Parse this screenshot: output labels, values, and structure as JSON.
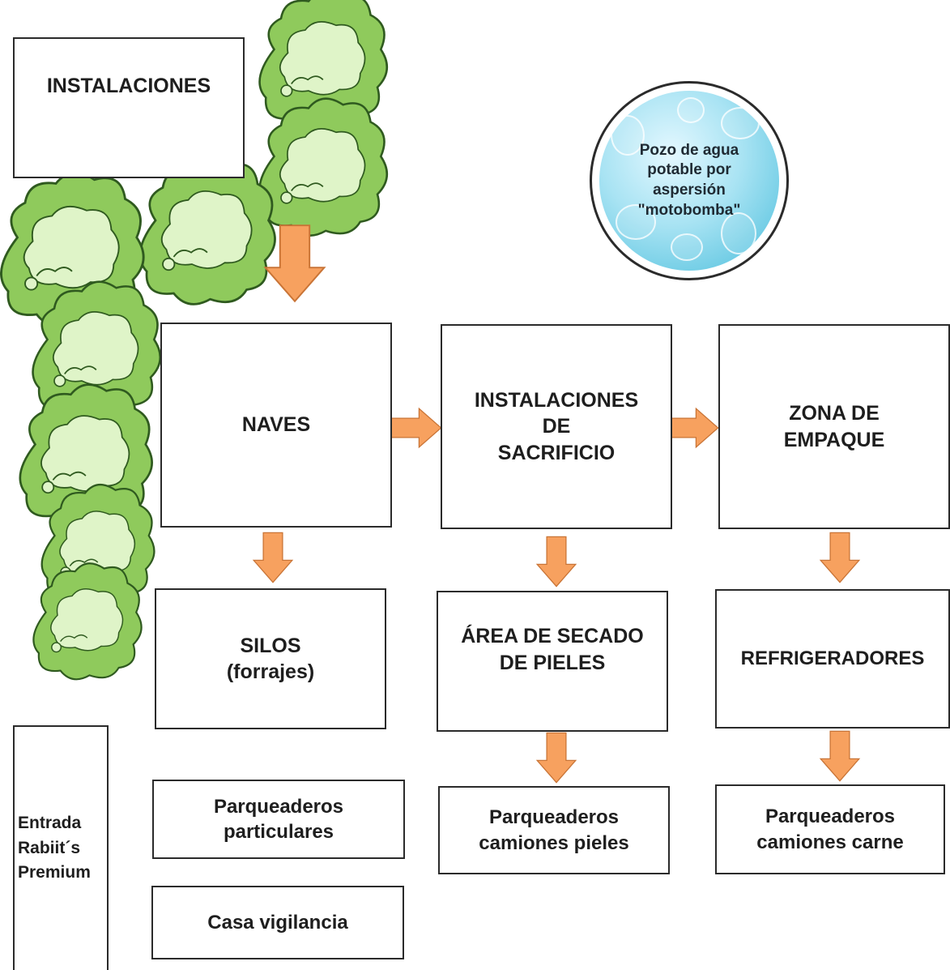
{
  "colors": {
    "tree_fill": "#8fca5c",
    "tree_inner": "#dff4c8",
    "tree_stroke": "#2f5a1f",
    "arrow_fill": "#f7a15f",
    "arrow_stroke": "#c97436",
    "water": "#6ccbe4",
    "box_border": "#2b2b2b"
  },
  "icons": {
    "tree": "tree-icon",
    "arrow": "arrow-icon",
    "water": "water-drops-icon"
  },
  "boxes": {
    "instalaciones": "INSTALACIONES",
    "naves": "NAVES",
    "sacrificio": "INSTALACIONES\nDE\nSACRIFICIO",
    "empaque": "ZONA DE\nEMPAQUE",
    "silos": "SILOS\n(forrajes)",
    "secado": "ÁREA DE SECADO\nDE PIELES",
    "refrigeradores": "REFRIGERADORES",
    "parq_particulares": "Parqueaderos\nparticulares",
    "parq_pieles": "Parqueaderos\ncamiones pieles",
    "parq_carne": "Parqueaderos\ncamiones carne",
    "casa_vigilancia": "Casa vigilancia",
    "entrada": "Entrada\nRabiit´s\nPremium"
  },
  "well": {
    "label": "Pozo de agua\npotable por\naspersión\n\"motobomba\""
  }
}
